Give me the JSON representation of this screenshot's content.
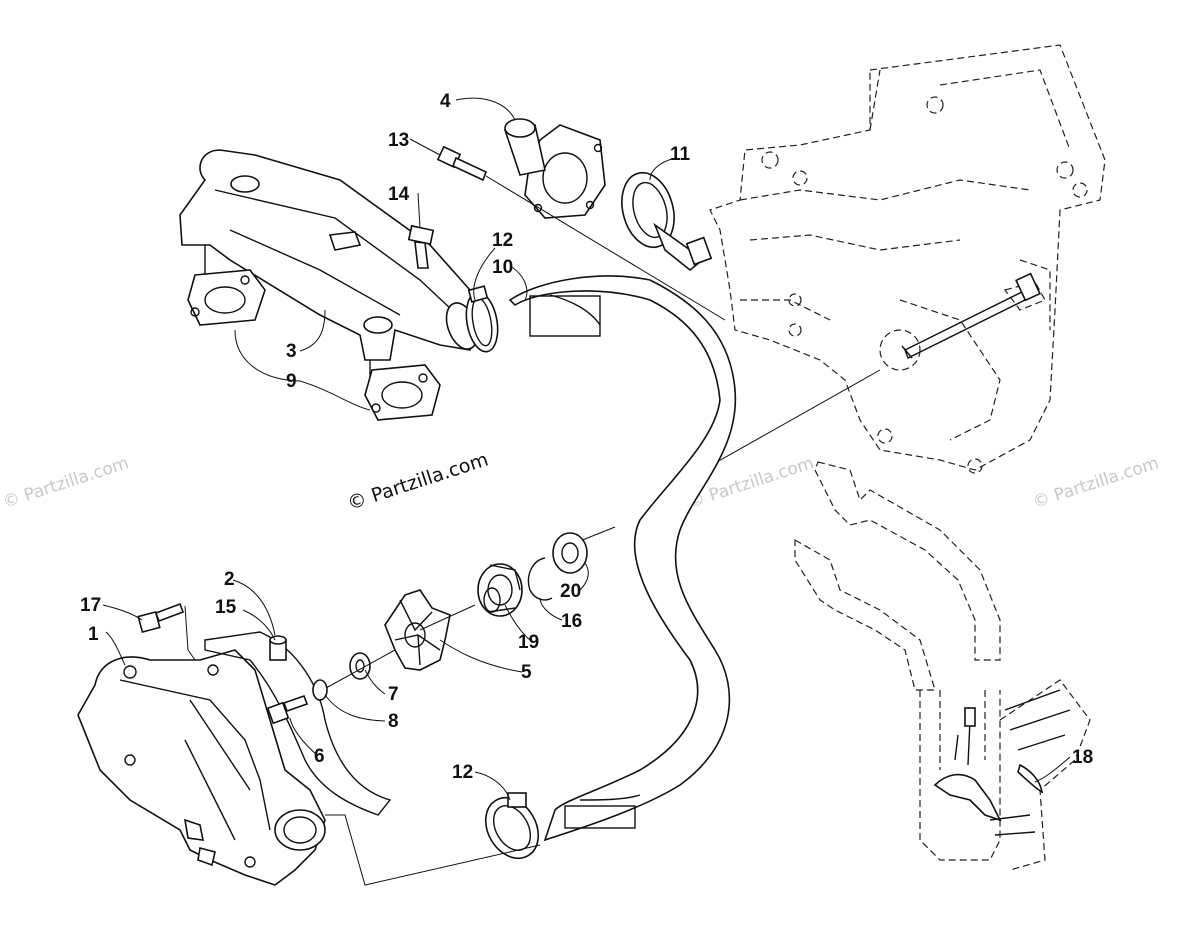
{
  "watermark": {
    "text": "© Partzilla.com"
  },
  "copyright": {
    "text": "© Partzilla.com"
  },
  "callouts": [
    {
      "id": "c1",
      "text": "1"
    },
    {
      "id": "c2",
      "text": "2"
    },
    {
      "id": "c3",
      "text": "3"
    },
    {
      "id": "c4",
      "text": "4"
    },
    {
      "id": "c5",
      "text": "5"
    },
    {
      "id": "c6",
      "text": "6"
    },
    {
      "id": "c7",
      "text": "7"
    },
    {
      "id": "c8",
      "text": "8"
    },
    {
      "id": "c9",
      "text": "9"
    },
    {
      "id": "c10",
      "text": "10"
    },
    {
      "id": "c11",
      "text": "11"
    },
    {
      "id": "c12a",
      "text": "12"
    },
    {
      "id": "c12b",
      "text": "12"
    },
    {
      "id": "c13",
      "text": "13"
    },
    {
      "id": "c14",
      "text": "14"
    },
    {
      "id": "c15",
      "text": "15"
    },
    {
      "id": "c16",
      "text": "16"
    },
    {
      "id": "c17",
      "text": "17"
    },
    {
      "id": "c18",
      "text": "18"
    },
    {
      "id": "c19",
      "text": "19"
    },
    {
      "id": "c20",
      "text": "20"
    }
  ]
}
